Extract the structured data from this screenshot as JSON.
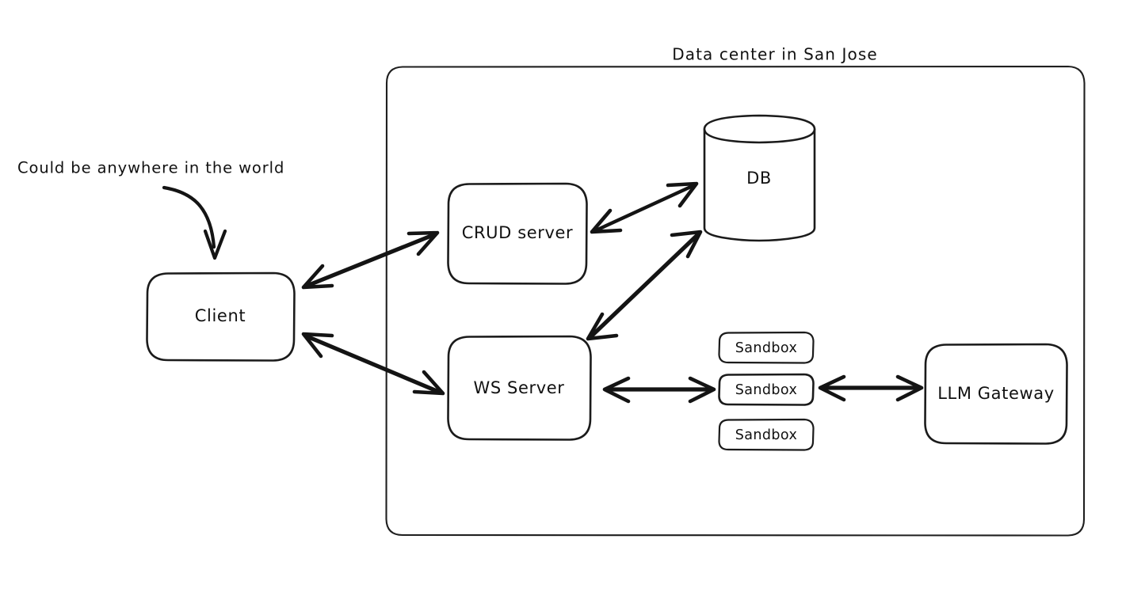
{
  "diagram": {
    "title": "Data center in San Jose",
    "background_color": "#ffffff",
    "stroke_color": "#1b1b1b",
    "style": "hand-drawn",
    "annotations": [
      {
        "id": "client-note",
        "text": "Could be anywhere in the world",
        "points_to": "Client"
      }
    ],
    "group": {
      "label": "Data center in San Jose",
      "members": [
        "CRUD server",
        "DB",
        "WS Server",
        "Sandbox",
        "Sandbox",
        "Sandbox",
        "LLM Gateway"
      ]
    },
    "nodes": [
      {
        "id": "client",
        "label": "Client",
        "shape": "rounded-rect",
        "inside_group": false
      },
      {
        "id": "crud-server",
        "label": "CRUD server",
        "shape": "rounded-rect",
        "inside_group": true
      },
      {
        "id": "db",
        "label": "DB",
        "shape": "cylinder",
        "inside_group": true
      },
      {
        "id": "ws-server",
        "label": "WS Server",
        "shape": "rounded-rect",
        "inside_group": true
      },
      {
        "id": "sandbox-1",
        "label": "Sandbox",
        "shape": "rounded-rect",
        "inside_group": true
      },
      {
        "id": "sandbox-2",
        "label": "Sandbox",
        "shape": "rounded-rect",
        "inside_group": true
      },
      {
        "id": "sandbox-3",
        "label": "Sandbox",
        "shape": "rounded-rect",
        "inside_group": true
      },
      {
        "id": "llm-gateway",
        "label": "LLM Gateway",
        "shape": "rounded-rect",
        "inside_group": true
      }
    ],
    "edges": [
      {
        "id": "client-crud",
        "from": "client",
        "to": "crud-server",
        "direction": "bidirectional"
      },
      {
        "id": "client-ws",
        "from": "client",
        "to": "ws-server",
        "direction": "bidirectional"
      },
      {
        "id": "crud-db",
        "from": "crud-server",
        "to": "db",
        "direction": "bidirectional"
      },
      {
        "id": "ws-db",
        "from": "ws-server",
        "to": "db",
        "direction": "bidirectional"
      },
      {
        "id": "ws-sandbox",
        "from": "ws-server",
        "to": "sandbox-2",
        "direction": "bidirectional"
      },
      {
        "id": "sandbox-llm",
        "from": "sandbox-2",
        "to": "llm-gateway",
        "direction": "bidirectional"
      }
    ]
  }
}
